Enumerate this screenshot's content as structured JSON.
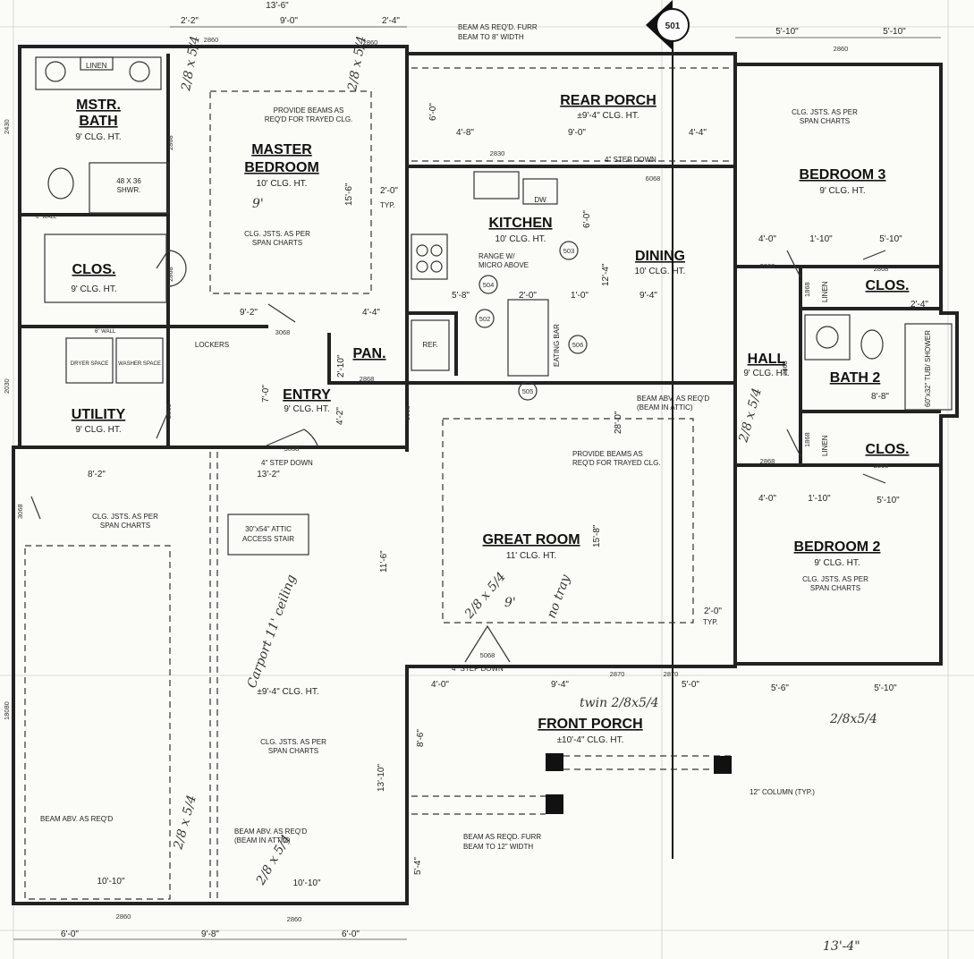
{
  "rooms": {
    "mstr_bath": {
      "title": "MSTR.\nBATH",
      "title_a": "MSTR.",
      "title_b": "BATH",
      "ceiling": "9' CLG. HT."
    },
    "master_bedroom": {
      "title_a": "MASTER",
      "title_b": "BEDROOM",
      "ceiling": "10' CLG. HT."
    },
    "rear_porch": {
      "title": "REAR PORCH",
      "ceiling": "±9'-4\" CLG. HT."
    },
    "bedroom3": {
      "title": "BEDROOM 3",
      "ceiling": "9' CLG. HT."
    },
    "kitchen": {
      "title": "KITCHEN",
      "ceiling": "10' CLG. HT."
    },
    "dining": {
      "title": "DINING",
      "ceiling": "10' CLG. HT."
    },
    "clos1": {
      "title": "CLOS.",
      "ceiling": "9' CLG. HT."
    },
    "clos2": {
      "title": "CLOS."
    },
    "clos3": {
      "title": "CLOS."
    },
    "pan": {
      "title": "PAN."
    },
    "entry": {
      "title": "ENTRY",
      "ceiling": "9' CLG. HT."
    },
    "hall": {
      "title": "HALL",
      "ceiling": "9' CLG. HT."
    },
    "bath2": {
      "title": "BATH 2"
    },
    "utility": {
      "title": "UTILITY",
      "ceiling": "9' CLG. HT."
    },
    "great_room": {
      "title": "GREAT ROOM",
      "ceiling": "11' CLG. HT."
    },
    "bedroom2": {
      "title": "BEDROOM 2",
      "ceiling": "9' CLG. HT."
    },
    "carport": {
      "ceiling": "±9'-4\" CLG. HT."
    },
    "front_porch": {
      "title": "FRONT PORCH",
      "ceiling": "±10'-4\" CLG. HT."
    }
  },
  "notes": {
    "beam_rear": "BEAM AS REQ'D. FURR",
    "beam_rear_2": "BEAM TO 8\" WIDTH",
    "provide_beams_a": "PROVIDE BEAMS AS",
    "provide_beams_b": "REQ'D FOR TRAYED CLG.",
    "provide_beams_gr_a": "PROVIDE BEAMS AS",
    "provide_beams_gr_b": "REQ'D FOR TRAYED CLG.",
    "jsts_a": "CLG. JSTS. AS PER",
    "jsts_b": "SPAN CHARTS",
    "range_a": "RANGE W/",
    "range_b": "MICRO ABOVE",
    "step_down_rear": "4\" STEP DOWN",
    "step_down_entry": "4\" STEP DOWN",
    "step_down_front": "4\" STEP DOWN",
    "beam_abv_a": "BEAM ABV. AS REQ'D",
    "beam_abv_b": "(BEAM IN ATTIC)",
    "attic_a": "30\"x54\" ATTIC",
    "attic_b": "ACCESS STAIR",
    "beam_abv_carport": "BEAM ABV. AS REQ'D",
    "beam_abv_carport_2_a": "BEAM ABV. AS REQ'D",
    "beam_abv_carport_2_b": "(BEAM IN ATTIC)",
    "column": "12\" COLUMN (TYP.)",
    "beam_front_a": "BEAM AS REQD. FURR",
    "beam_front_b": "BEAM TO 12\" WIDTH",
    "linen": "LINEN",
    "shwr_a": "48 X 36",
    "shwr_b": "SHWR.",
    "tub": "60\"x32\" TUB/ SHOWER",
    "dryer": "DRYER SPACE",
    "washer": "WASHER SPACE",
    "lockers": "LOCKERS",
    "ref": "REF.",
    "dw": "DW",
    "eating_bar": "EATING BAR",
    "wall6_a": "6\" WALL",
    "wall6_b": "6\" WALL",
    "typ": "TYP.",
    "typ2": "TYP."
  },
  "tags": {
    "section": "501",
    "t502": "502",
    "t503": "503",
    "t504": "504",
    "t505": "505",
    "t506": "506"
  },
  "doors": [
    "2868",
    "2868",
    "3068",
    "2868",
    "2830",
    "6068",
    "2868",
    "2868",
    "1868",
    "2868",
    "3068",
    "3068",
    "2868",
    "1868",
    "2868",
    "5068",
    "2870",
    "2870",
    "2860",
    "2860",
    "2860",
    "2860",
    "2860",
    "3068",
    "2830",
    "2868",
    "2030",
    "2430",
    "18080"
  ],
  "dimensions": {
    "top": [
      "2'-2\"",
      "9'-0\"",
      "2'-4\"",
      "5'-10\"",
      "5'-10\"",
      "13'-6\""
    ],
    "bottom": [
      "6'-0\"",
      "9'-8\"",
      "6'-0\""
    ],
    "interior": [
      "4'-8\"",
      "9'-0\"",
      "4'-4\"",
      "6'-0\"",
      "15'-6\"",
      "2'-0\"",
      "9'-2\"",
      "4'-4\"",
      "5'-8\"",
      "2'-0\"",
      "1'-0\"",
      "9'-4\"",
      "12'-4\"",
      "6'-0\"",
      "4'-0\"",
      "1'-10\"",
      "5'-10\"",
      "2'-4\"",
      "8'-8\"",
      "2'-10\"",
      "7'-0\"",
      "4'-2\"",
      "8'-2\"",
      "13'-2\"",
      "11'-6\"",
      "28'-0\"",
      "15'-8\"",
      "2'-0\"",
      "4'-0\"",
      "1'-10\"",
      "5'-10\"",
      "4'-0\"",
      "9'-4\"",
      "5'-0\"",
      "5'-6\"",
      "5'-10\"",
      "8'-6\"",
      "13'-10\"",
      "5'-4\"",
      "10'-10\"",
      "10'-10\""
    ]
  },
  "handwritten": {
    "h1": "2/8 x 5/4",
    "h2": "2/8 x 5/4",
    "h3": "9'",
    "h4": "2/8 x 5/4",
    "h5": "9'",
    "h6": "no tray",
    "h7": "Carport 11' ceiling",
    "h8": "2/8 x 5/4",
    "h9": "twin 2/8x5/4",
    "h10": "2/8 x 5/4",
    "h11": "2/8 x 5/4",
    "h12": "2/8x5/4",
    "h13": "13'-4\""
  }
}
